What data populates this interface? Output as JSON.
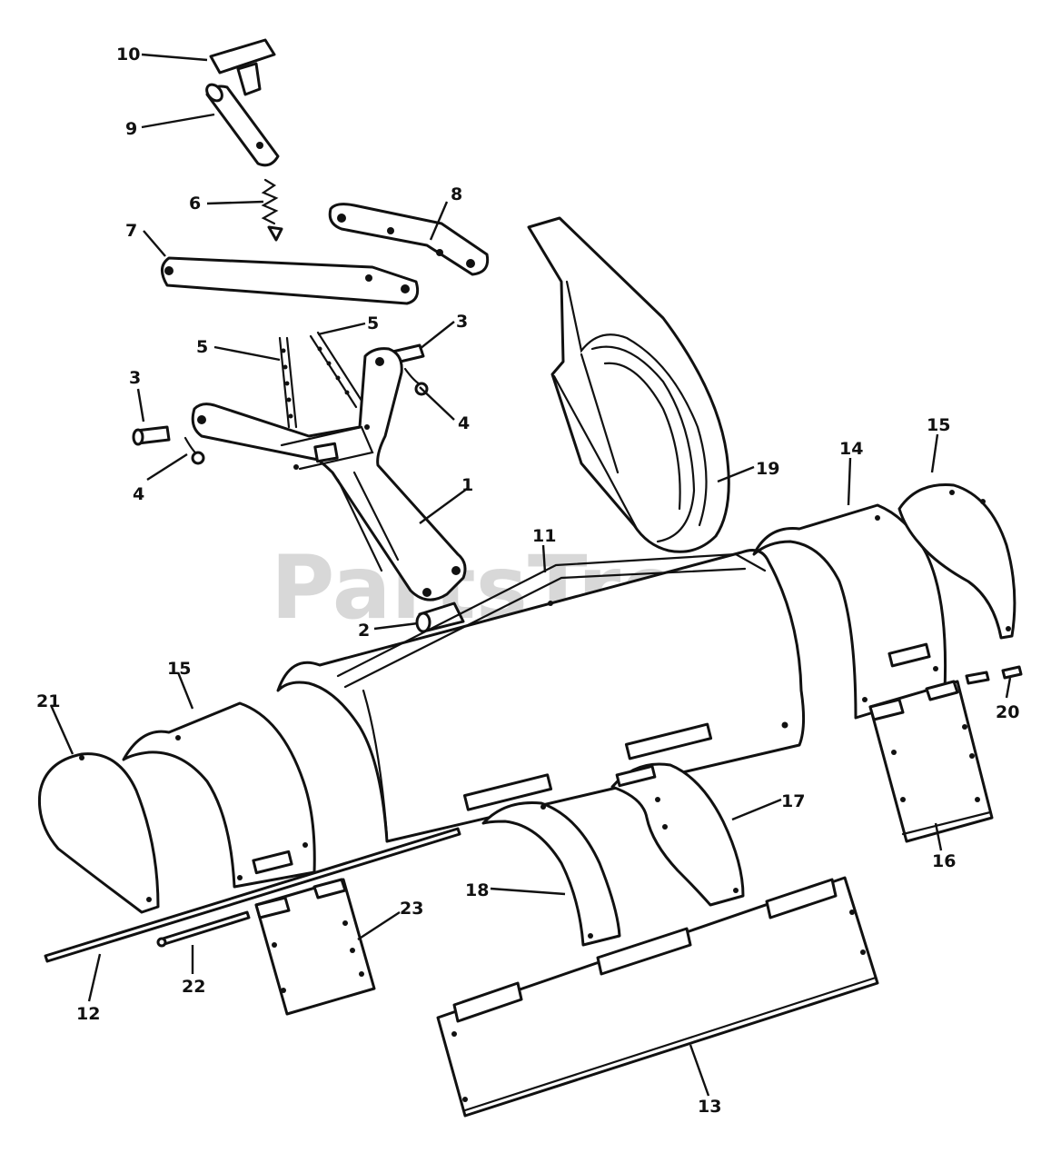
{
  "diagram": {
    "watermark": "PartsTree",
    "callouts": [
      {
        "id": "c10",
        "text": "10"
      },
      {
        "id": "c9",
        "text": "9"
      },
      {
        "id": "c6",
        "text": "6"
      },
      {
        "id": "c8",
        "text": "8"
      },
      {
        "id": "c7",
        "text": "7"
      },
      {
        "id": "c5a",
        "text": "5"
      },
      {
        "id": "c5b",
        "text": "5"
      },
      {
        "id": "c3a",
        "text": "3"
      },
      {
        "id": "c3b",
        "text": "3"
      },
      {
        "id": "c4a",
        "text": "4"
      },
      {
        "id": "c4b",
        "text": "4"
      },
      {
        "id": "c1",
        "text": "1"
      },
      {
        "id": "c2",
        "text": "2"
      },
      {
        "id": "c19",
        "text": "19"
      },
      {
        "id": "c11",
        "text": "11"
      },
      {
        "id": "c14",
        "text": "14"
      },
      {
        "id": "c15a",
        "text": "15"
      },
      {
        "id": "c15b",
        "text": "15"
      },
      {
        "id": "c21",
        "text": "21"
      },
      {
        "id": "c20",
        "text": "20"
      },
      {
        "id": "c16",
        "text": "16"
      },
      {
        "id": "c17",
        "text": "17"
      },
      {
        "id": "c18",
        "text": "18"
      },
      {
        "id": "c23",
        "text": "23"
      },
      {
        "id": "c22",
        "text": "22"
      },
      {
        "id": "c12",
        "text": "12"
      },
      {
        "id": "c13",
        "text": "13"
      }
    ]
  }
}
